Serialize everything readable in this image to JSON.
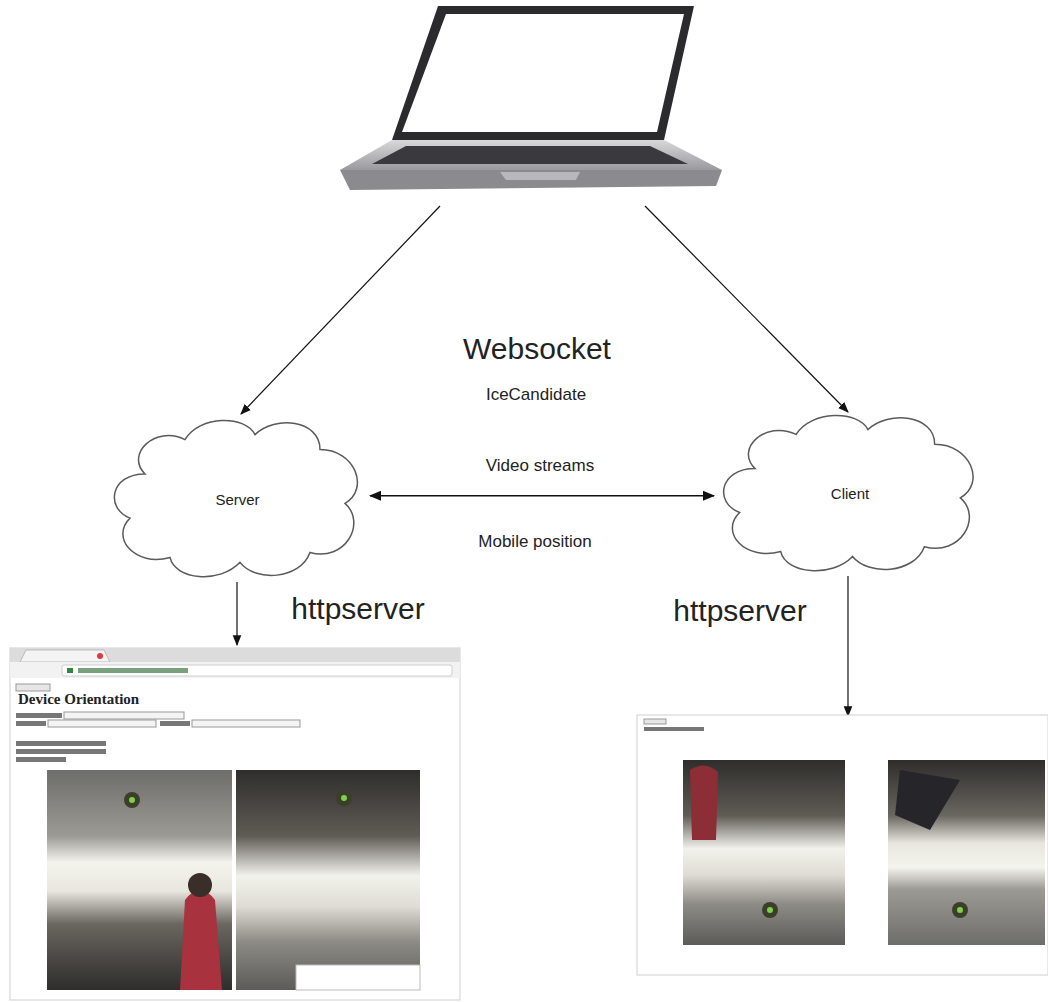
{
  "diagram": {
    "nodes": [
      {
        "text": [
          "Server"
        ]
      },
      {
        "text": [
          "Client"
        ]
      }
    ],
    "edges": [
      {
        "from": 0,
        "to": 1,
        "arrow": "both"
      }
    ],
    "labels": [
      "Websocket",
      "IceCandidate",
      "Video streams",
      "Mobile position",
      "httpserver",
      "httpserver",
      "Device Orientation"
    ]
  }
}
